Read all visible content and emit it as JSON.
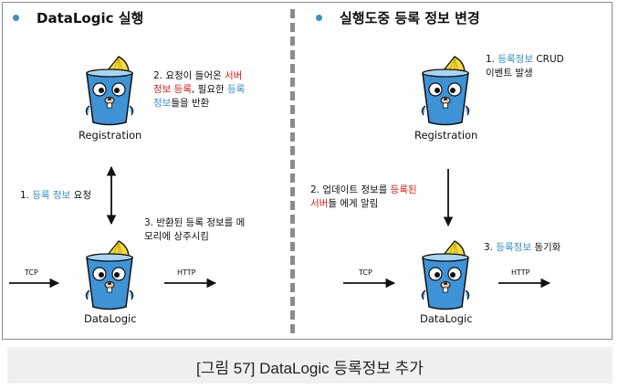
{
  "left_panel": {
    "title": "DataLogic 실행",
    "registration_label": "Registration",
    "datalogic_label": "DataLogic",
    "step2": {
      "l1_a": "2. 요청이 들어온 ",
      "l1_b": "서버",
      "l2_a": "정보 등록",
      "l2_b": ", 필요한 ",
      "l2_c": "등록",
      "l3_a": "정보",
      "l3_b": "들을 반환"
    },
    "step1": {
      "a": "1. ",
      "b": "등록 정보",
      "c": " 요청"
    },
    "step3": {
      "l1": "3. 반환된 등록 정보를 메",
      "l2": "모리에 상주시킴"
    },
    "tcp": "TCP",
    "http": "HTTP"
  },
  "right_panel": {
    "title": "실행도중 등록 정보 변경",
    "registration_label": "Registration",
    "datalogic_label": "DataLogic",
    "step1": {
      "a": "1. ",
      "b": "등록정보",
      "c": "  CRUD",
      "l2": "이벤트 발생"
    },
    "step2": {
      "l1_a": "2. 업데이트 정보를 ",
      "l1_b": "등록된",
      "l2_a": "서버",
      "l2_b": "들 에게 알림"
    },
    "step3": {
      "a": "3. ",
      "b": "등록정보",
      "c": " 동기화"
    },
    "tcp": "TCP",
    "http": "HTTP"
  },
  "caption": "[그림 57] DataLogic 등록정보 추가",
  "colors": {
    "red": "#d0201a",
    "blue": "#3a8fc9",
    "bullet": "#3b8fc7"
  }
}
